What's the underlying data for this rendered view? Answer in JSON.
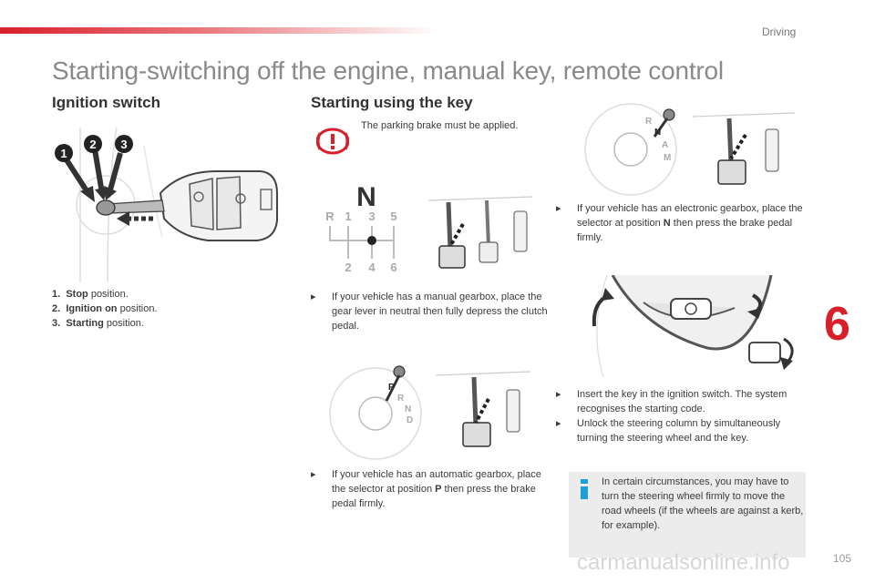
{
  "header": {
    "section_label": "Driving",
    "title": "Starting-switching off the engine, manual key, remote control"
  },
  "ignition": {
    "heading": "Ignition switch",
    "callouts": [
      "1",
      "2",
      "3"
    ],
    "items": [
      {
        "num": "1.",
        "bold": "Stop",
        "rest": " position."
      },
      {
        "num": "2.",
        "bold": "Ignition on",
        "rest": " position."
      },
      {
        "num": "3.",
        "bold": "Starting",
        "rest": " position."
      }
    ]
  },
  "starting": {
    "heading": "Starting using the key",
    "warning": "The parking brake must be applied.",
    "gear_pattern": {
      "neutral": "N",
      "top": [
        "R",
        "1",
        "3",
        "5"
      ],
      "bottom": [
        "2",
        "4",
        "6"
      ]
    },
    "gear_selector": [
      "P",
      "R",
      "N",
      "D"
    ],
    "gear_selector_alt": [
      "R",
      "N",
      "A",
      "M"
    ],
    "manual": {
      "pre": "If your vehicle has a manual gearbox, place the gear lever in neutral then fully depress the clutch pedal."
    },
    "auto": {
      "pre": "If your vehicle has an automatic gearbox, place the selector at position ",
      "bold": "P",
      "post": " then press the brake pedal firmly."
    },
    "electronic": {
      "pre": "If your vehicle has an electronic gearbox, place the selector at position ",
      "bold": "N",
      "post": " then press the brake pedal firmly."
    },
    "insert_key": "Insert the key in the ignition switch. The system recognises the starting code.",
    "unlock": "Unlock the steering column by simultaneously turning the steering wheel and the key.",
    "info": "In certain circumstances, you may have to turn the steering wheel firmly to move the road wheels (if the wheels are against a kerb, for example)."
  },
  "footer": {
    "chapter": "6",
    "page": "105",
    "watermark": "carmanualsonline.info"
  },
  "colors": {
    "accent": "#d8202a",
    "info_blue": "#1aa0dc",
    "box_grey": "#ececec"
  }
}
